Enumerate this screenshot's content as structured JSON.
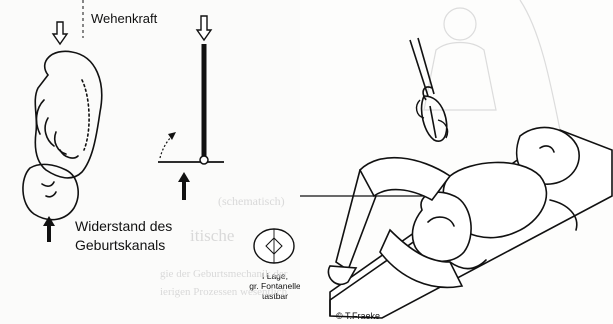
{
  "labels": {
    "force": "Wehenkraft",
    "resistance_line1": "Widerstand des",
    "resistance_line2": "Geburtskanals",
    "skull_note_line1": "I Lage,",
    "skull_note_line2": "gr. Fontanelle",
    "skull_note_line3": "tastbar",
    "copyright": "© T.Fraeke"
  },
  "background_text": {
    "line1": "(schematisch)",
    "line2": "itische",
    "line3": "gie der Geburtsmechanik der",
    "line4": "ierigen Prozessen wesentlich"
  },
  "colors": {
    "ink": "#111111",
    "ghost_text": "#d9d9d9",
    "paper": "#fbfbfa"
  }
}
